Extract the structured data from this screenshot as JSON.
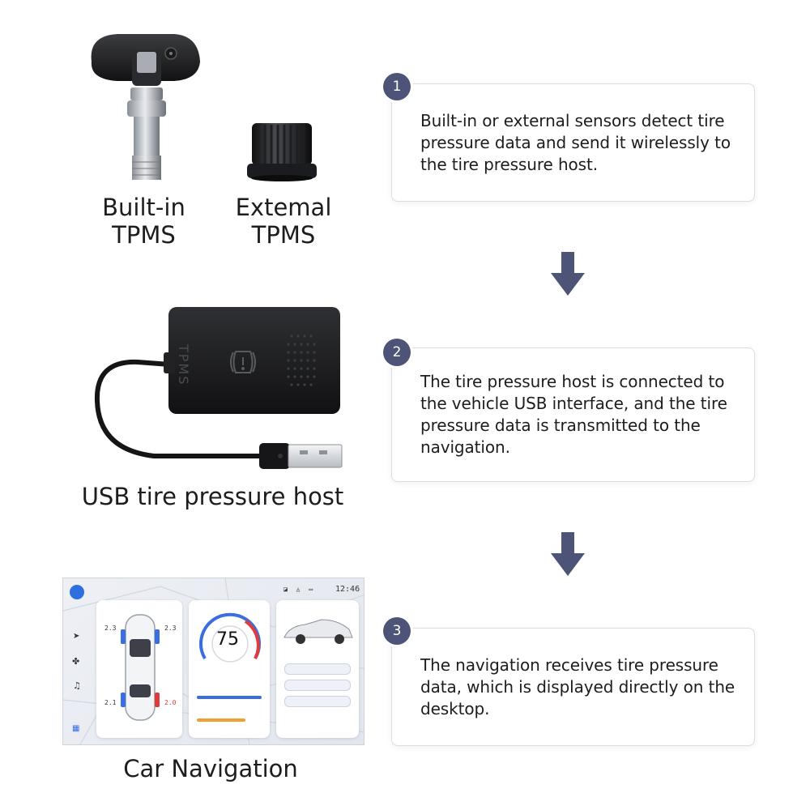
{
  "devices": {
    "builtin_label": [
      "Built-in",
      "TPMS"
    ],
    "external_label": [
      "Extemal",
      "TPMS"
    ],
    "host_label": "USB tire pressure host",
    "host_print": "TPMS",
    "nav_label": "Car Navigation"
  },
  "steps": [
    {
      "num": "1",
      "text": "Built-in or external sensors detect tire pressure data and send it wirelessly to the tire pressure host."
    },
    {
      "num": "2",
      "text": "The tire pressure host is connected to the vehicle USB interface, and the tire pressure data is transmitted to the navigation."
    },
    {
      "num": "3",
      "text": "The navigation receives tire pressure data, which is displayed directly on the desktop."
    }
  ],
  "nav_screen": {
    "status_time": "12:46",
    "gauge_value": "75",
    "tire_readings": [
      "2.3",
      "2.3",
      "2.1",
      "2.0"
    ]
  },
  "colors": {
    "badge": "#4d5477",
    "arrow": "#4d5477",
    "accent_blue": "#3366dd",
    "alert_red": "#e03a3a"
  }
}
